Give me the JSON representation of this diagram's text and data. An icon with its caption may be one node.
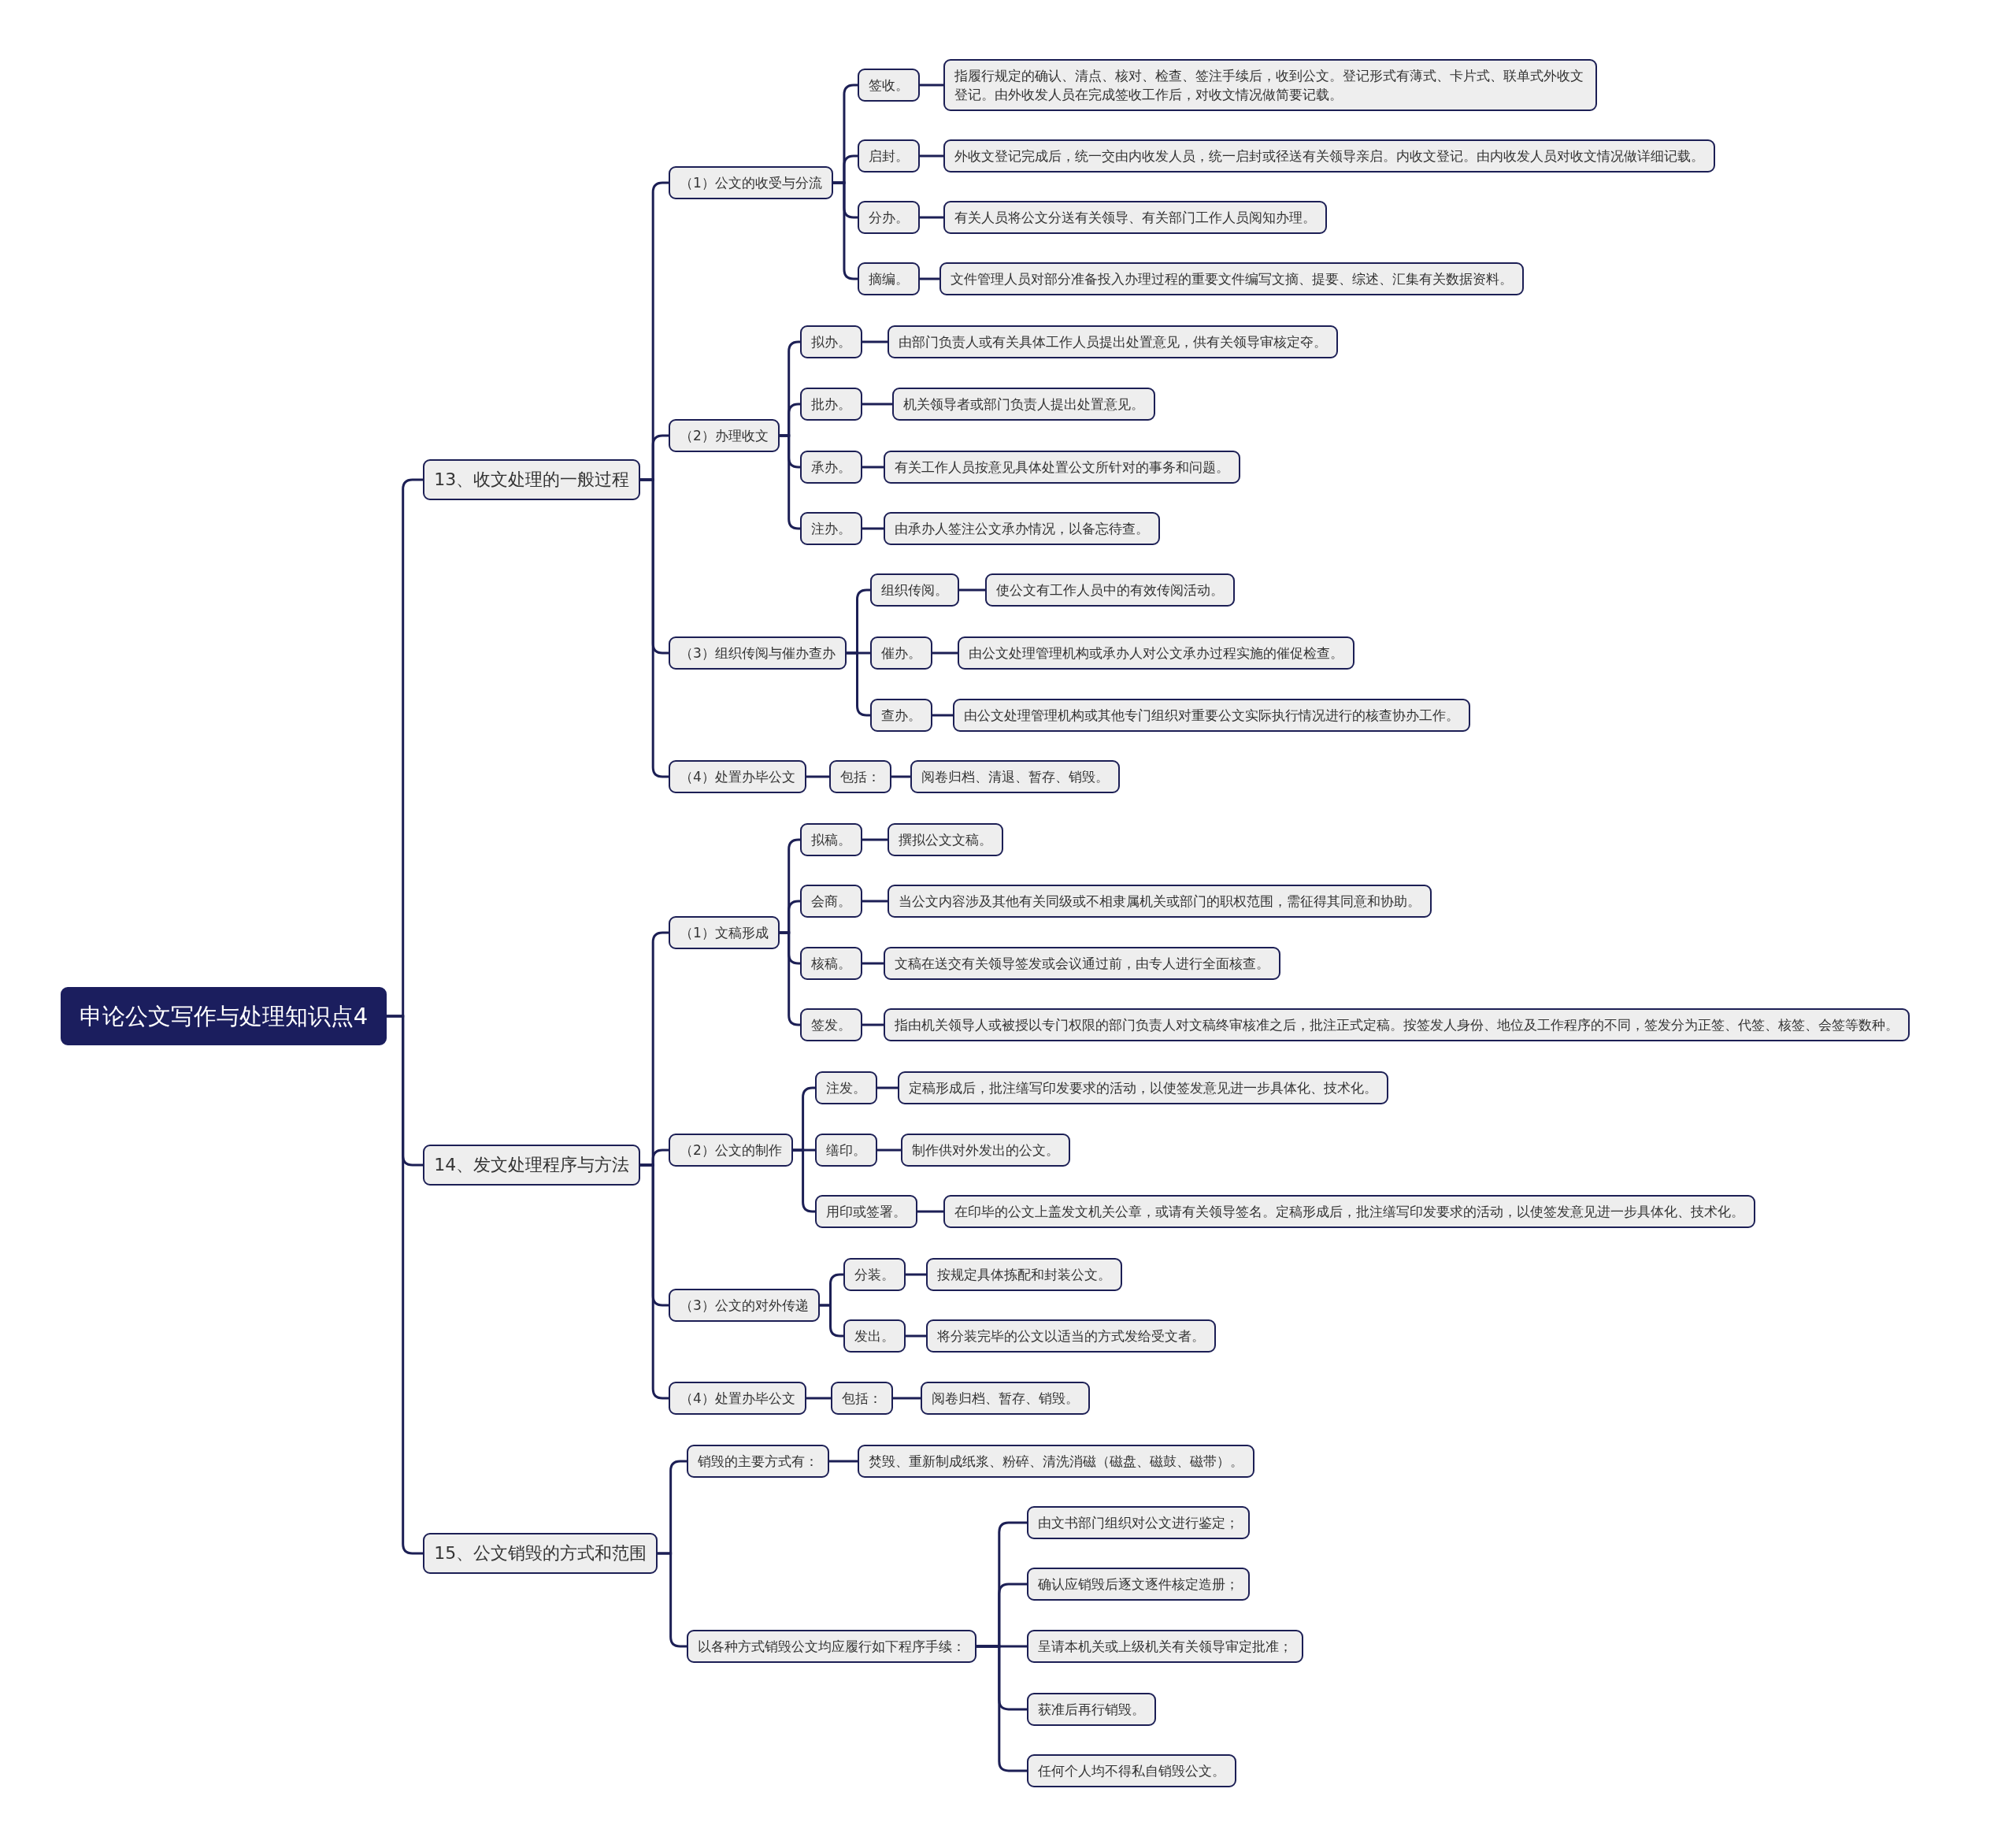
{
  "diagram": {
    "nodes": [
      {
        "text": [
          "申论公文写作与处理知识点4"
        ]
      },
      {
        "text": [
          "13、收文处理的一般过程"
        ]
      },
      {
        "text": [
          "（1）公文的收受与分流"
        ]
      },
      {
        "text": [
          "签收。"
        ]
      },
      {
        "text": [
          "指履行规定的确认、清点、核对、检查、签注手续后，收到公文。登记形式有薄式、卡片式、联单式外收文登记。由外收发人员在完成签收工作后，对收文情况做简要记载。"
        ]
      },
      {
        "text": [
          "启封。"
        ]
      },
      {
        "text": [
          "外收文登记完成后，统一交由内收发人员，统一启封或径送有关领导亲启。内收文登记。由内收发人员对收文情况做详细记载。"
        ]
      },
      {
        "text": [
          "分办。"
        ]
      },
      {
        "text": [
          "有关人员将公文分送有关领导、有关部门工作人员阅知办理。"
        ]
      },
      {
        "text": [
          "摘编。"
        ]
      },
      {
        "text": [
          "文件管理人员对部分准备投入办理过程的重要文件编写文摘、提要、综述、汇集有关数据资料。"
        ]
      },
      {
        "text": [
          "（2）办理收文"
        ]
      },
      {
        "text": [
          "拟办。"
        ]
      },
      {
        "text": [
          "由部门负责人或有关具体工作人员提出处置意见，供有关领导审核定夺。"
        ]
      },
      {
        "text": [
          "批办。"
        ]
      },
      {
        "text": [
          "机关领导者或部门负责人提出处置意见。"
        ]
      },
      {
        "text": [
          "承办。"
        ]
      },
      {
        "text": [
          "有关工作人员按意见具体处置公文所针对的事务和问题。"
        ]
      },
      {
        "text": [
          "注办。"
        ]
      },
      {
        "text": [
          "由承办人签注公文承办情况，以备忘待查。"
        ]
      },
      {
        "text": [
          "（3）组织传阅与催办查办"
        ]
      },
      {
        "text": [
          "组织传阅。"
        ]
      },
      {
        "text": [
          "使公文有工作人员中的有效传阅活动。"
        ]
      },
      {
        "text": [
          "催办。"
        ]
      },
      {
        "text": [
          "由公文处理管理机构或承办人对公文承办过程实施的催促检查。"
        ]
      },
      {
        "text": [
          "查办。"
        ]
      },
      {
        "text": [
          "由公文处理管理机构或其他专门组织对重要公文实际执行情况进行的核查协办工作。"
        ]
      },
      {
        "text": [
          "（4）处置办毕公文"
        ]
      },
      {
        "text": [
          "包括："
        ]
      },
      {
        "text": [
          "阅卷归档、清退、暂存、销毁。"
        ]
      },
      {
        "text": [
          "14、发文处理程序与方法"
        ]
      },
      {
        "text": [
          "（1）文稿形成"
        ]
      },
      {
        "text": [
          "拟稿。"
        ]
      },
      {
        "text": [
          "撰拟公文文稿。"
        ]
      },
      {
        "text": [
          "会商。"
        ]
      },
      {
        "text": [
          "当公文内容涉及其他有关同级或不相隶属机关或部门的职权范围，需征得其同意和协助。"
        ]
      },
      {
        "text": [
          "核稿。"
        ]
      },
      {
        "text": [
          "文稿在送交有关领导签发或会议通过前，由专人进行全面核查。"
        ]
      },
      {
        "text": [
          "签发。"
        ]
      },
      {
        "text": [
          "指由机关领导人或被授以专门权限的部门负责人对文稿终审核准之后，批注正式定稿。按签发人身份、地位及工作程序的不同，签发分为正签、代签、核签、会签等数种。"
        ]
      },
      {
        "text": [
          "（2）公文的制作"
        ]
      },
      {
        "text": [
          "注发。"
        ]
      },
      {
        "text": [
          "定稿形成后，批注缮写印发要求的活动，以使签发意见进一步具体化、技术化。"
        ]
      },
      {
        "text": [
          "缮印。"
        ]
      },
      {
        "text": [
          "制作供对外发出的公文。"
        ]
      },
      {
        "text": [
          "用印或签署。"
        ]
      },
      {
        "text": [
          "在印毕的公文上盖发文机关公章，或请有关领导签名。定稿形成后，批注缮写印发要求的活动，以使签发意见进一步具体化、技术化。"
        ]
      },
      {
        "text": [
          "（3）公文的对外传递"
        ]
      },
      {
        "text": [
          "分装。"
        ]
      },
      {
        "text": [
          "按规定具体拣配和封装公文。"
        ]
      },
      {
        "text": [
          "发出。"
        ]
      },
      {
        "text": [
          "将分装完毕的公文以适当的方式发给受文者。"
        ]
      },
      {
        "text": [
          "（4）处置办毕公文"
        ]
      },
      {
        "text": [
          "包括："
        ]
      },
      {
        "text": [
          "阅卷归档、暂存、销毁。"
        ]
      },
      {
        "text": [
          "15、公文销毁的方式和范围"
        ]
      },
      {
        "text": [
          "销毁的主要方式有："
        ]
      },
      {
        "text": [
          "焚毁、重新制成纸浆、粉碎、清洗消磁（磁盘、磁鼓、磁带）。"
        ]
      },
      {
        "text": [
          "以各种方式销毁公文均应履行如下程序手续："
        ]
      },
      {
        "text": [
          "由文书部门组织对公文进行鉴定；"
        ]
      },
      {
        "text": [
          "确认应销毁后逐文逐件核定造册；"
        ]
      },
      {
        "text": [
          "呈请本机关或上级机关有关领导审定批准；"
        ]
      },
      {
        "text": [
          "获准后再行销毁。"
        ]
      },
      {
        "text": [
          "任何个人均不得私自销毁公文。"
        ]
      }
    ],
    "edges": [
      {
        "from": 0,
        "to": 1,
        "arrow": "none"
      },
      {
        "from": 1,
        "to": 2,
        "arrow": "none"
      },
      {
        "from": 2,
        "to": 3,
        "arrow": "none"
      },
      {
        "from": 3,
        "to": 4,
        "arrow": "none"
      },
      {
        "from": 2,
        "to": 5,
        "arrow": "none"
      },
      {
        "from": 5,
        "to": 6,
        "arrow": "none"
      },
      {
        "from": 2,
        "to": 7,
        "arrow": "none"
      },
      {
        "from": 7,
        "to": 8,
        "arrow": "none"
      },
      {
        "from": 2,
        "to": 9,
        "arrow": "none"
      },
      {
        "from": 9,
        "to": 10,
        "arrow": "none"
      },
      {
        "from": 1,
        "to": 11,
        "arrow": "none"
      },
      {
        "from": 11,
        "to": 12,
        "arrow": "none"
      },
      {
        "from": 12,
        "to": 13,
        "arrow": "none"
      },
      {
        "from": 11,
        "to": 14,
        "arrow": "none"
      },
      {
        "from": 14,
        "to": 15,
        "arrow": "none"
      },
      {
        "from": 11,
        "to": 16,
        "arrow": "none"
      },
      {
        "from": 16,
        "to": 17,
        "arrow": "none"
      },
      {
        "from": 11,
        "to": 18,
        "arrow": "none"
      },
      {
        "from": 18,
        "to": 19,
        "arrow": "none"
      },
      {
        "from": 1,
        "to": 20,
        "arrow": "none"
      },
      {
        "from": 20,
        "to": 21,
        "arrow": "none"
      },
      {
        "from": 21,
        "to": 22,
        "arrow": "none"
      },
      {
        "from": 20,
        "to": 23,
        "arrow": "none"
      },
      {
        "from": 23,
        "to": 24,
        "arrow": "none"
      },
      {
        "from": 20,
        "to": 25,
        "arrow": "none"
      },
      {
        "from": 25,
        "to": 26,
        "arrow": "none"
      },
      {
        "from": 1,
        "to": 27,
        "arrow": "none"
      },
      {
        "from": 27,
        "to": 28,
        "arrow": "none"
      },
      {
        "from": 28,
        "to": 29,
        "arrow": "none"
      },
      {
        "from": 0,
        "to": 30,
        "arrow": "none"
      },
      {
        "from": 30,
        "to": 31,
        "arrow": "none"
      },
      {
        "from": 31,
        "to": 32,
        "arrow": "none"
      },
      {
        "from": 32,
        "to": 33,
        "arrow": "none"
      },
      {
        "from": 31,
        "to": 34,
        "arrow": "none"
      },
      {
        "from": 34,
        "to": 35,
        "arrow": "none"
      },
      {
        "from": 31,
        "to": 36,
        "arrow": "none"
      },
      {
        "from": 36,
        "to": 37,
        "arrow": "none"
      },
      {
        "from": 31,
        "to": 38,
        "arrow": "none"
      },
      {
        "from": 38,
        "to": 39,
        "arrow": "none"
      },
      {
        "from": 30,
        "to": 40,
        "arrow": "none"
      },
      {
        "from": 40,
        "to": 41,
        "arrow": "none"
      },
      {
        "from": 41,
        "to": 42,
        "arrow": "none"
      },
      {
        "from": 40,
        "to": 43,
        "arrow": "none"
      },
      {
        "from": 43,
        "to": 44,
        "arrow": "none"
      },
      {
        "from": 40,
        "to": 45,
        "arrow": "none"
      },
      {
        "from": 45,
        "to": 46,
        "arrow": "none"
      },
      {
        "from": 30,
        "to": 47,
        "arrow": "none"
      },
      {
        "from": 47,
        "to": 48,
        "arrow": "none"
      },
      {
        "from": 48,
        "to": 49,
        "arrow": "none"
      },
      {
        "from": 47,
        "to": 50,
        "arrow": "none"
      },
      {
        "from": 50,
        "to": 51,
        "arrow": "none"
      },
      {
        "from": 30,
        "to": 52,
        "arrow": "none"
      },
      {
        "from": 52,
        "to": 53,
        "arrow": "none"
      },
      {
        "from": 53,
        "to": 54,
        "arrow": "none"
      },
      {
        "from": 0,
        "to": 55,
        "arrow": "none"
      },
      {
        "from": 55,
        "to": 56,
        "arrow": "none"
      },
      {
        "from": 56,
        "to": 57,
        "arrow": "none"
      },
      {
        "from": 55,
        "to": 58,
        "arrow": "none"
      },
      {
        "from": 58,
        "to": 59,
        "arrow": "none"
      },
      {
        "from": 58,
        "to": 60,
        "arrow": "none"
      },
      {
        "from": 58,
        "to": 61,
        "arrow": "none"
      },
      {
        "from": 58,
        "to": 62,
        "arrow": "none"
      },
      {
        "from": 58,
        "to": 63,
        "arrow": "none"
      }
    ]
  }
}
